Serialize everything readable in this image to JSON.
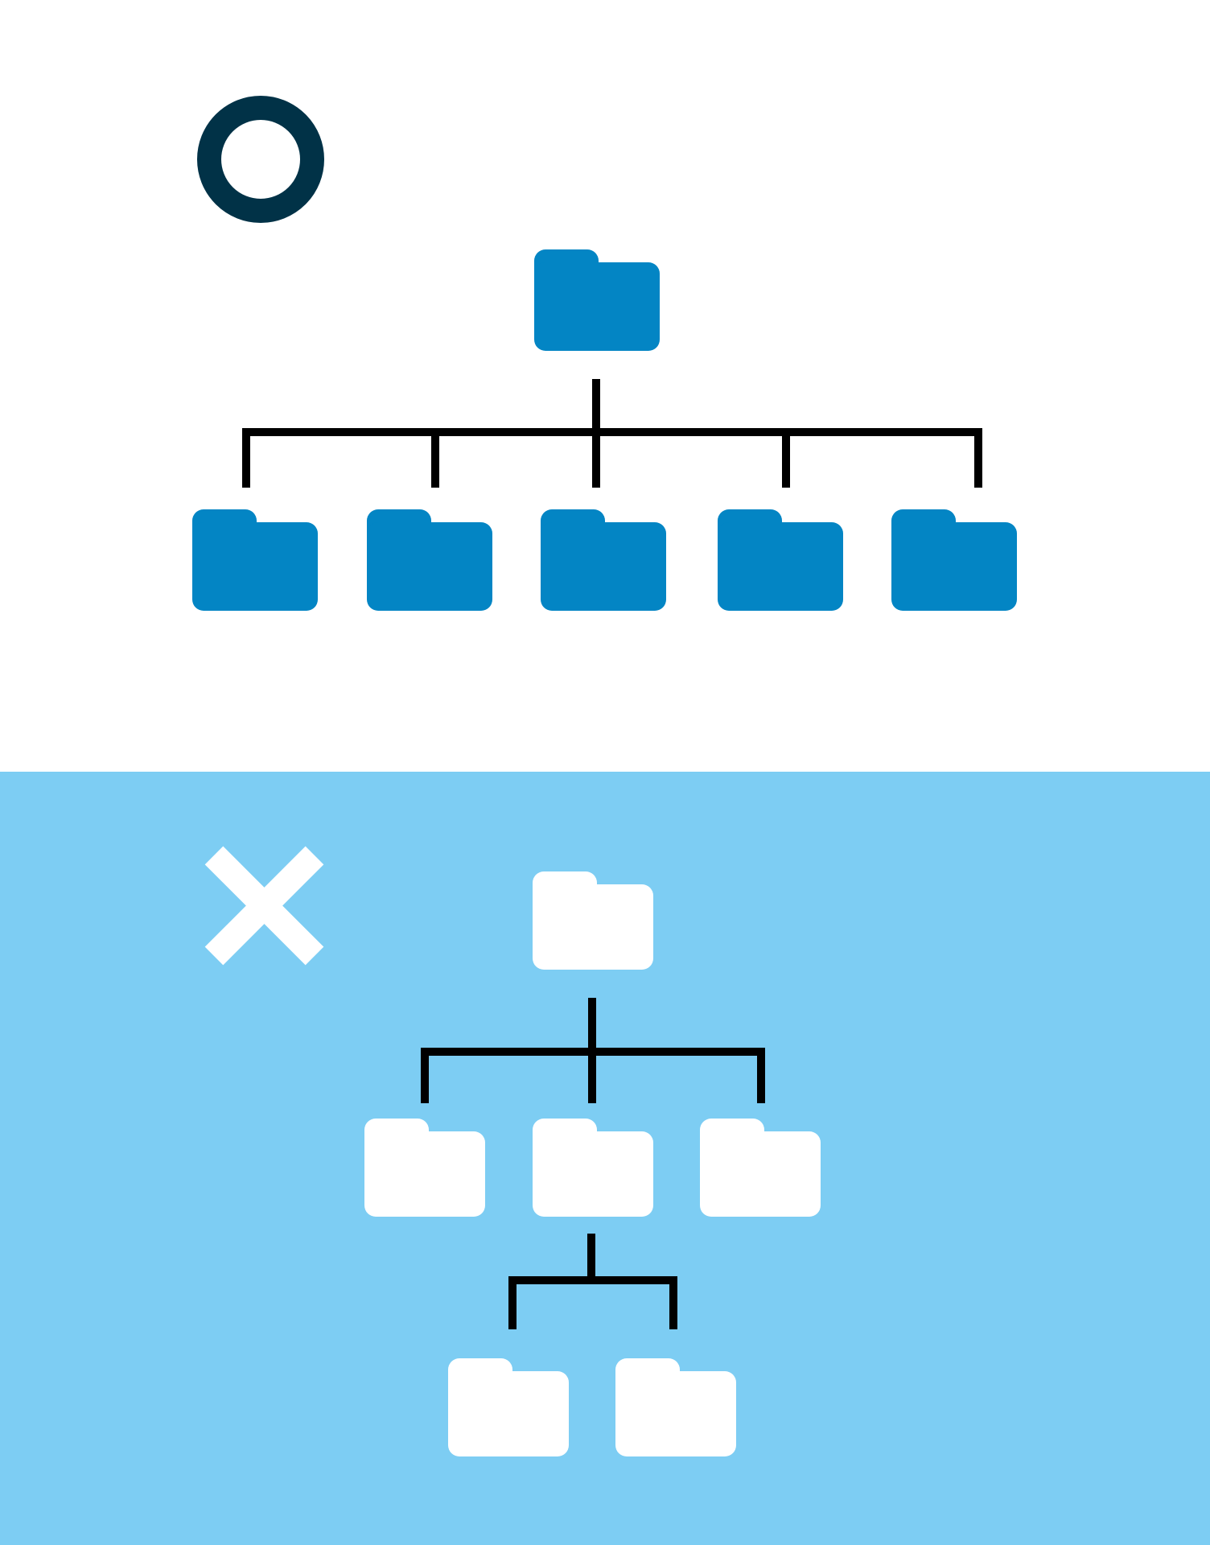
{
  "colors": {
    "good_background": "#ffffff",
    "bad_background": "#7dcdf3",
    "good_mark": "#013247",
    "bad_mark": "#ffffff",
    "good_folder": "#0385c4",
    "bad_folder": "#ffffff",
    "connector": "#000000"
  },
  "good_example": {
    "mark_icon": "circle-o-icon",
    "meaning": "correct",
    "structure": "flat",
    "root_folders": 1,
    "child_folders": 5,
    "depth_levels": 2
  },
  "bad_example": {
    "mark_icon": "cross-x-icon",
    "meaning": "incorrect",
    "structure": "nested",
    "root_folders": 1,
    "child_folders": 3,
    "grandchild_folders": 2,
    "depth_levels": 3
  }
}
